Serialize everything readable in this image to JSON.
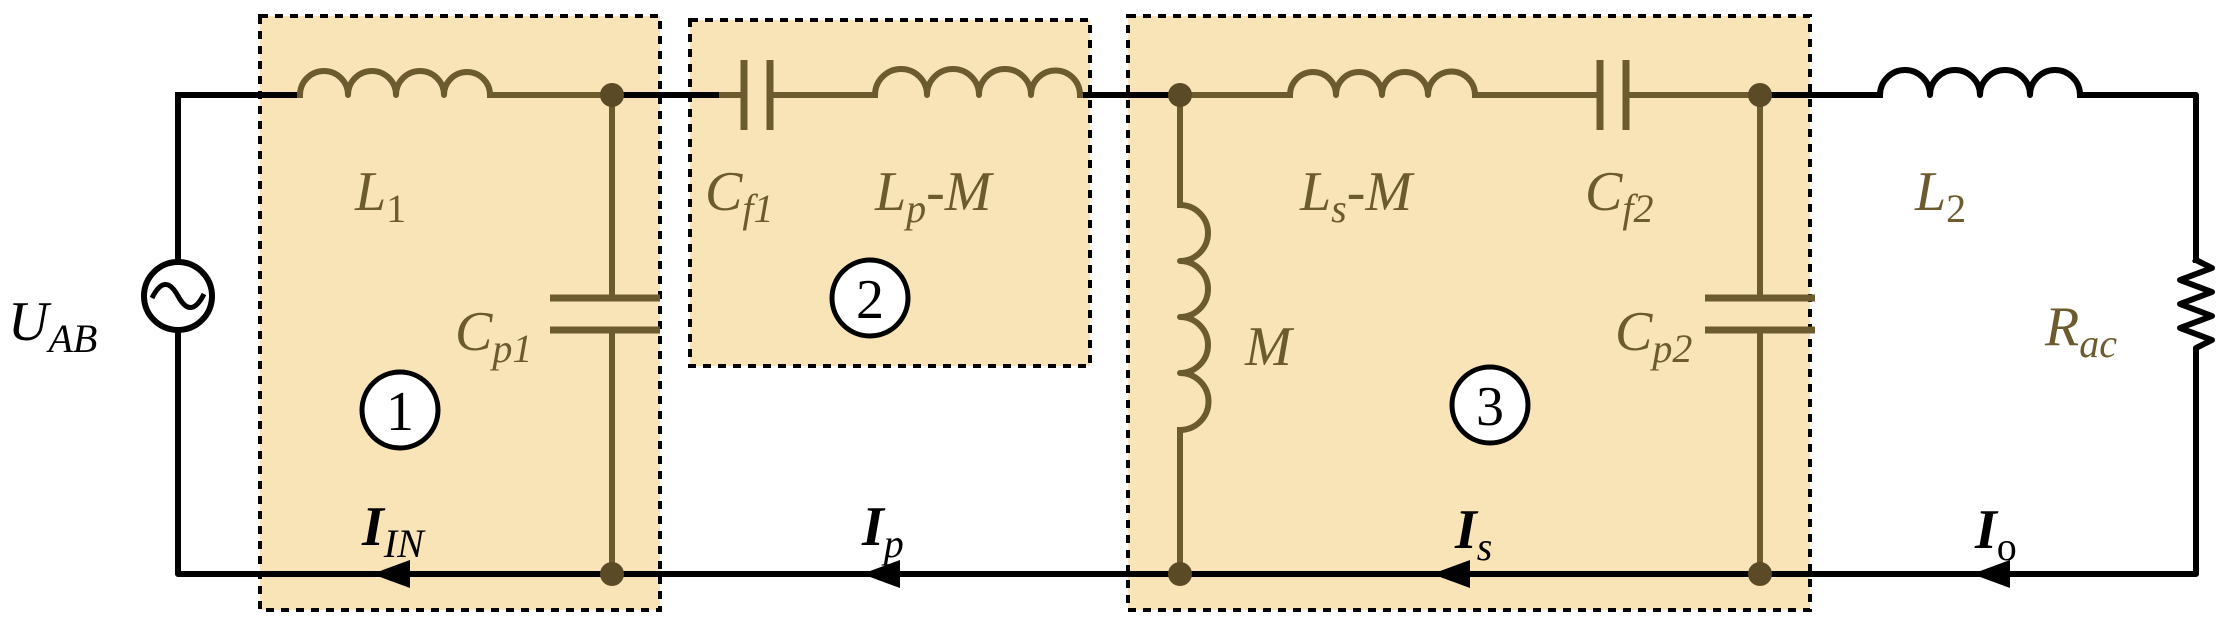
{
  "colors": {
    "region_fill": "#f9e4b7",
    "component": "#6b5b2e",
    "wire": "#000000"
  },
  "regions": [
    {
      "number": "1"
    },
    {
      "number": "2"
    },
    {
      "number": "3"
    }
  ],
  "labels": {
    "source": {
      "main": "U",
      "sub": "AB"
    },
    "L1": {
      "main": "L",
      "sub": "1"
    },
    "Cp1": {
      "main": "C",
      "sub": "p1"
    },
    "Cf1": {
      "main": "C",
      "sub": "f1"
    },
    "LpM": {
      "main": "L",
      "sub": "p",
      "suffix": "-M"
    },
    "M": {
      "main": "M"
    },
    "LsM": {
      "main": "L",
      "sub": "s",
      "suffix": "-M"
    },
    "Cf2": {
      "main": "C",
      "sub": "f2"
    },
    "Cp2": {
      "main": "C",
      "sub": "p2"
    },
    "L2": {
      "main": "L",
      "sub": "2"
    },
    "Rac": {
      "main": "R",
      "sub": "ac"
    }
  },
  "currents": {
    "IIN": {
      "main": "I",
      "sub": "IN"
    },
    "Ip": {
      "main": "I",
      "sub": "p"
    },
    "Is": {
      "main": "I",
      "sub": "s"
    },
    "Io": {
      "main": "I",
      "sub": "o"
    }
  }
}
